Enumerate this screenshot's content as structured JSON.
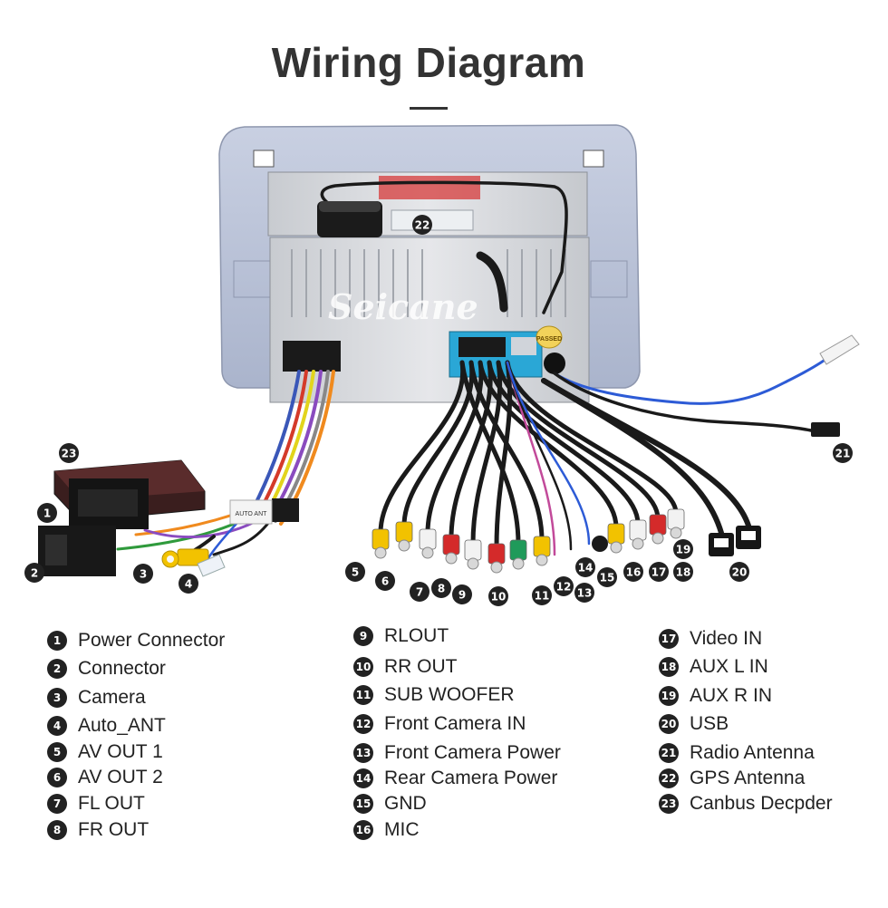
{
  "title": "Wiring Diagram",
  "watermark": "Seicane",
  "unit_labels": {
    "passed": "PASSED",
    "auto_ant": "AUTO ANT"
  },
  "legend": [
    {
      "num": "1",
      "label": "Power Connector"
    },
    {
      "num": "2",
      "label": "Connector"
    },
    {
      "num": "3",
      "label": "Camera"
    },
    {
      "num": "4",
      "label": "Auto_ANT"
    },
    {
      "num": "5",
      "label": "AV OUT 1"
    },
    {
      "num": "6",
      "label": "AV OUT 2"
    },
    {
      "num": "7",
      "label": "FL OUT"
    },
    {
      "num": "8",
      "label": "FR OUT"
    },
    {
      "num": "9",
      "label": "RLOUT"
    },
    {
      "num": "10",
      "label": "RR OUT"
    },
    {
      "num": "11",
      "label": "SUB WOOFER"
    },
    {
      "num": "12",
      "label": "Front Camera IN"
    },
    {
      "num": "13",
      "label": "Front Camera Power"
    },
    {
      "num": "14",
      "label": "Rear Camera Power"
    },
    {
      "num": "15",
      "label": "GND"
    },
    {
      "num": "16",
      "label": "MIC"
    },
    {
      "num": "17",
      "label": "Video IN"
    },
    {
      "num": "18",
      "label": "AUX  L IN"
    },
    {
      "num": "19",
      "label": "AUX  R IN"
    },
    {
      "num": "20",
      "label": "USB"
    },
    {
      "num": "21",
      "label": "Radio Antenna"
    },
    {
      "num": "22",
      "label": "GPS Antenna"
    },
    {
      "num": "23",
      "label": "Canbus Decpder"
    }
  ],
  "colors": {
    "badge": "#222222",
    "rca_yellow": "#f2c200",
    "rca_red": "#d42a2a",
    "rca_white": "#f2f2f2",
    "rca_green": "#1f9a5a",
    "cable_black": "#1a1a1a",
    "antenna_blue": "#2d5bd6",
    "unit_frame": "#b9c2d8",
    "unit_metal": "#d9dbdf"
  }
}
